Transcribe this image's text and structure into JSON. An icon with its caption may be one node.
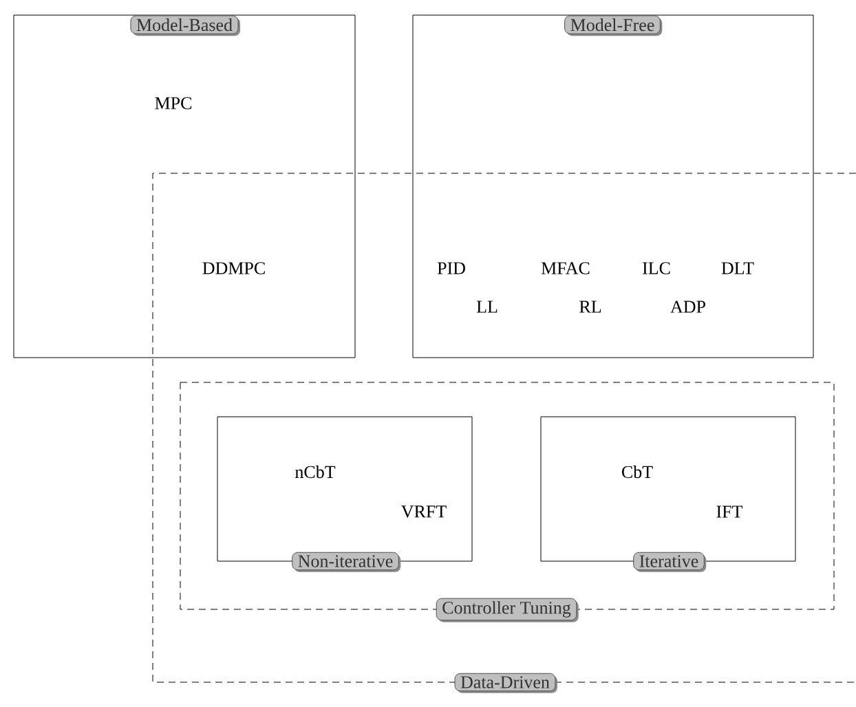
{
  "diagram": {
    "nodes": [
      {
        "text": [
          "Model-Based",
          "MPC"
        ]
      },
      {
        "text": [
          "Model-Free"
        ]
      },
      {
        "text": [
          "Data-Driven"
        ]
      },
      {
        "text": [
          "Controller Tuning"
        ],
        "in": 2
      },
      {
        "text": [
          "nCbT",
          "VRFT",
          "Non-iterative"
        ],
        "in": 3
      },
      {
        "text": [
          "CbT",
          "IFT",
          "Iterative"
        ],
        "in": 3
      }
    ],
    "labels": [
      "DDMPC",
      "PID",
      "MFAC",
      "ILC",
      "DLT",
      "LL",
      "RL",
      "ADP"
    ]
  }
}
